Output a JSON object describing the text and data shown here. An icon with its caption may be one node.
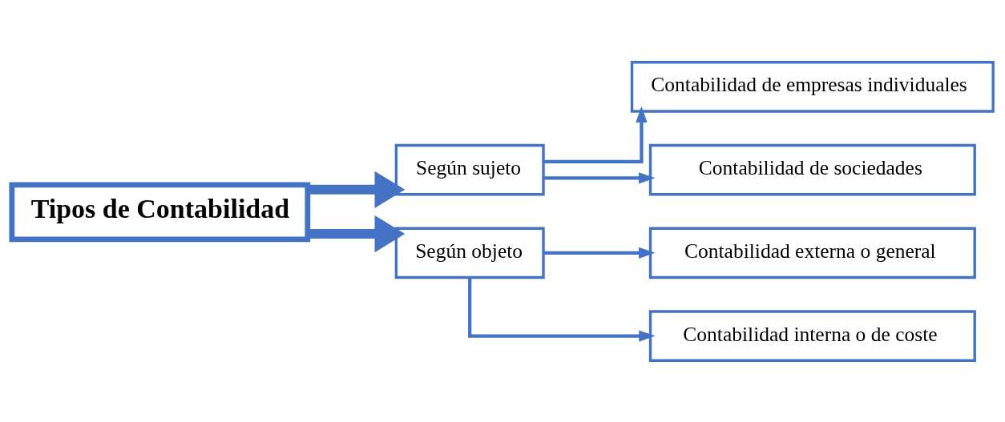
{
  "diagram": {
    "nodes": [
      {
        "text": [
          "Tipos de Contabilidad"
        ]
      },
      {
        "text": [
          "Según sujeto"
        ]
      },
      {
        "text": [
          "Contabilidad de empresas individuales"
        ]
      },
      {
        "text": [
          "Contabilidad de sociedades"
        ]
      },
      {
        "text": [
          "Según objeto"
        ]
      },
      {
        "text": [
          "Contabilidad externa o general"
        ]
      },
      {
        "text": [
          "Contabilidad interna o de coste"
        ]
      }
    ],
    "edges": [
      {
        "from": 0,
        "to": 1,
        "arrow": "to",
        "style": "thick"
      },
      {
        "from": 0,
        "to": 4,
        "arrow": "to",
        "style": "thick"
      },
      {
        "from": 1,
        "to": 2,
        "arrow": "to"
      },
      {
        "from": 1,
        "to": 3,
        "arrow": "to"
      },
      {
        "from": 4,
        "to": 5,
        "arrow": "to"
      },
      {
        "from": 4,
        "to": 6,
        "arrow": "to"
      }
    ]
  }
}
